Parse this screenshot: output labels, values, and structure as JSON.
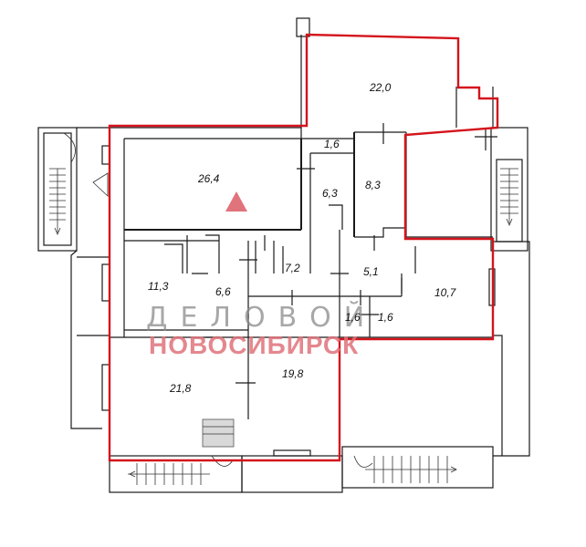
{
  "rooms": [
    {
      "label": "22,0"
    },
    {
      "label": "1,6"
    },
    {
      "label": "26,4"
    },
    {
      "label": "6,3"
    },
    {
      "label": "8,3"
    },
    {
      "label": "7,2"
    },
    {
      "label": "5,1"
    },
    {
      "label": "11,3"
    },
    {
      "label": "6,6"
    },
    {
      "label": "10,7"
    },
    {
      "label": "1,6"
    },
    {
      "label": "1,6"
    },
    {
      "label": "21,8"
    },
    {
      "label": "19,8"
    }
  ],
  "watermark": {
    "line1": "ДЕЛОВОЙ",
    "line2": "НОВОСИБИРСК"
  },
  "colors": {
    "boundary": "#d4141c",
    "watermark_red": "#e0737b",
    "watermark_grey": "#8a8a8a"
  }
}
